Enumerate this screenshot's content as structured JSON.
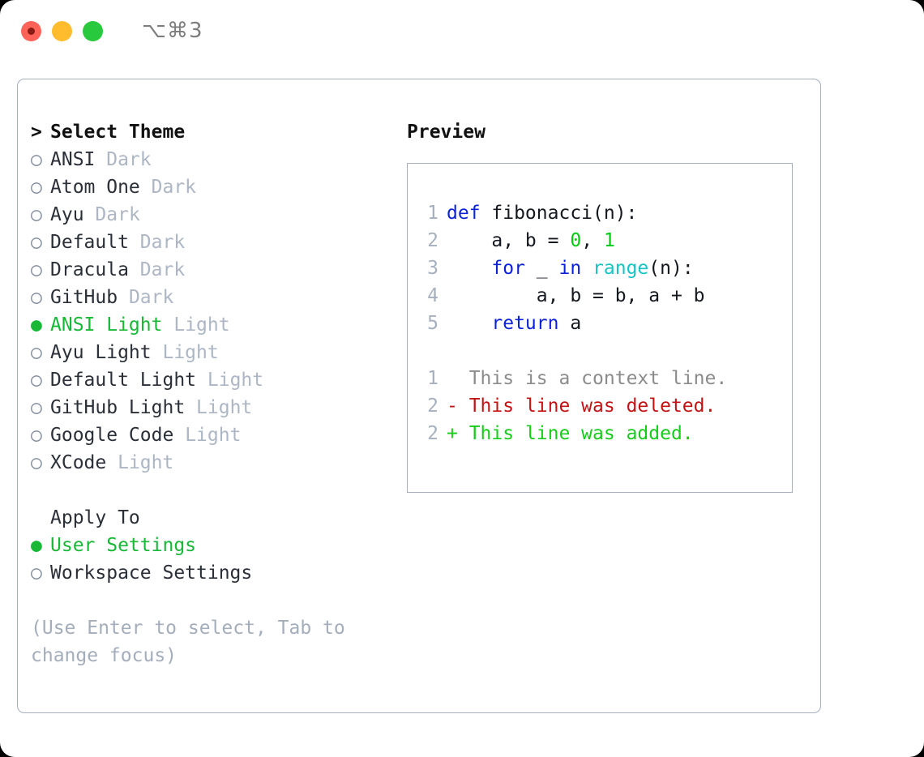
{
  "titlebar": {
    "buttons": [
      {
        "name": "close",
        "color": "#ff6259"
      },
      {
        "name": "minimize",
        "color": "#ffbd2e"
      },
      {
        "name": "zoom",
        "color": "#29c93d"
      }
    ],
    "shortcut": "⌥⌘3"
  },
  "left": {
    "header": {
      "caret": ">",
      "label": "Select Theme"
    },
    "themes": [
      {
        "bullet": "○",
        "name": "ANSI",
        "kind": "Dark",
        "selected": false
      },
      {
        "bullet": "○",
        "name": "Atom One",
        "kind": "Dark",
        "selected": false
      },
      {
        "bullet": "○",
        "name": "Ayu",
        "kind": "Dark",
        "selected": false
      },
      {
        "bullet": "○",
        "name": "Default",
        "kind": "Dark",
        "selected": false
      },
      {
        "bullet": "○",
        "name": "Dracula",
        "kind": "Dark",
        "selected": false
      },
      {
        "bullet": "○",
        "name": "GitHub",
        "kind": "Dark",
        "selected": false
      },
      {
        "bullet": "●",
        "name": "ANSI Light",
        "kind": "Light",
        "selected": true
      },
      {
        "bullet": "○",
        "name": "Ayu Light",
        "kind": "Light",
        "selected": false
      },
      {
        "bullet": "○",
        "name": "Default Light",
        "kind": "Light",
        "selected": false
      },
      {
        "bullet": "○",
        "name": "GitHub Light",
        "kind": "Light",
        "selected": false
      },
      {
        "bullet": "○",
        "name": "Google Code",
        "kind": "Light",
        "selected": false
      },
      {
        "bullet": "○",
        "name": "XCode",
        "kind": "Light",
        "selected": false
      }
    ],
    "apply_to": {
      "header": "Apply To",
      "options": [
        {
          "bullet": "●",
          "label": "User Settings",
          "selected": true
        },
        {
          "bullet": "○",
          "label": "Workspace Settings",
          "selected": false
        }
      ]
    },
    "hint": "(Use Enter to select, Tab to change focus)"
  },
  "right": {
    "title": "Preview",
    "code_lines": [
      {
        "no": "1",
        "tokens": [
          {
            "t": "def",
            "c": "kw"
          },
          {
            "t": " fibonacci(n):",
            "c": "plain"
          }
        ]
      },
      {
        "no": "2",
        "tokens": [
          {
            "t": "    a, b = ",
            "c": "plain"
          },
          {
            "t": "0",
            "c": "num"
          },
          {
            "t": ", ",
            "c": "plain"
          },
          {
            "t": "1",
            "c": "num"
          }
        ]
      },
      {
        "no": "3",
        "tokens": [
          {
            "t": "    ",
            "c": "plain"
          },
          {
            "t": "for",
            "c": "kw"
          },
          {
            "t": " _ ",
            "c": "plain"
          },
          {
            "t": "in",
            "c": "kw"
          },
          {
            "t": " ",
            "c": "plain"
          },
          {
            "t": "range",
            "c": "fn"
          },
          {
            "t": "(n):",
            "c": "plain"
          }
        ]
      },
      {
        "no": "4",
        "tokens": [
          {
            "t": "        a, b = b, a + b",
            "c": "plain"
          }
        ]
      },
      {
        "no": "5",
        "tokens": [
          {
            "t": "    ",
            "c": "plain"
          },
          {
            "t": "return",
            "c": "kw"
          },
          {
            "t": " a",
            "c": "plain"
          }
        ]
      }
    ],
    "diff_lines": [
      {
        "no": "1",
        "marker": "  ",
        "text": "This is a context line.",
        "style": "ctx"
      },
      {
        "no": "2",
        "marker": "- ",
        "text": "This line was deleted.",
        "style": "del"
      },
      {
        "no": "2",
        "marker": "+ ",
        "text": "This line was added.",
        "style": "add"
      }
    ]
  },
  "colors": {
    "accent_green": "#16b836",
    "keyword_blue": "#0b23d8",
    "function_cyan": "#17c4c4",
    "number_green": "#00cc11",
    "diff_delete": "#c31313",
    "diff_add": "#15cc1b",
    "muted": "#adb6c4",
    "border": "#a4afc0"
  }
}
